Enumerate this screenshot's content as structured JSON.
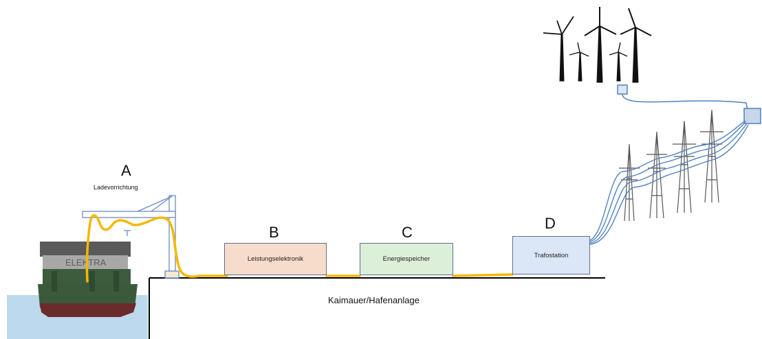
{
  "labels": {
    "a": "A",
    "a_caption": "Ladevorrichtung",
    "b": "B",
    "c": "C",
    "d": "D",
    "quay": "Kaimauer/Hafenanlage",
    "ship_name": "ELEKTRA"
  },
  "boxes": {
    "b": "Leistungselektronik",
    "c": "Energiespeicher",
    "d": "Trafostation"
  },
  "colors": {
    "cable": "#f5b800",
    "box_b_fill": "#f8dccb",
    "box_c_fill": "#dcefd8",
    "box_d_fill": "#dbe6f6",
    "grid_lines": "#4f81bd",
    "water": "#bcd9ee",
    "ship_hull": "#3b5a3b"
  }
}
